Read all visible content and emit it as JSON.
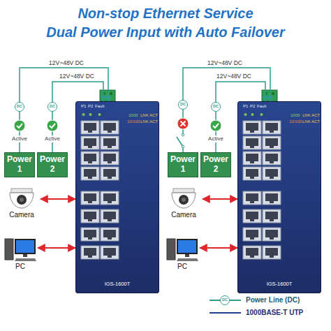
{
  "diagram": {
    "title": "Non-stop Ethernet Service",
    "nodes": [
      {
        "text": [
          "Power 1"
        ]
      },
      {
        "text": [
          "Power 2"
        ]
      },
      {
        "text": [
          "IGS-1600T"
        ]
      },
      {
        "text": [
          "Camera"
        ]
      },
      {
        "text": [
          "PC"
        ]
      },
      {
        "text": [
          "Power 1"
        ]
      },
      {
        "text": [
          "Power 2"
        ]
      },
      {
        "text": [
          "IGS-1600T"
        ]
      },
      {
        "text": [
          "Camera"
        ]
      },
      {
        "text": [
          "PC"
        ]
      }
    ],
    "edges": [
      {
        "from": 0,
        "to": 2,
        "arrow": "to"
      },
      {
        "from": 1,
        "to": 2,
        "arrow": "to"
      },
      {
        "from": 3,
        "to": 2,
        "arrow": "both"
      },
      {
        "from": 4,
        "to": 2,
        "arrow": "both"
      },
      {
        "from": 5,
        "to": 7,
        "arrow": "to"
      },
      {
        "from": 6,
        "to": 7,
        "arrow": "to"
      },
      {
        "from": 8,
        "to": 7,
        "arrow": "both"
      },
      {
        "from": 9,
        "to": 7,
        "arrow": "both"
      }
    ],
    "labels": [
      "Dual Power Input with Auto Failover",
      "12V~48V DC",
      "12V~48V DC",
      "DC",
      "DC",
      "Active",
      "Active",
      "P1",
      "P2",
      "Fault",
      "1000",
      "LNK",
      "ACT",
      "10/100",
      "LNK",
      "ACT",
      "12V~48V DC",
      "12V~48V DC",
      "DC",
      "DC",
      "Active",
      "P1",
      "P2",
      "Fault",
      "1000",
      "LNK",
      "ACT",
      "10/100",
      "LNK",
      "ACT",
      "DC"
    ],
    "legend": [
      {
        "text": "Power Line (DC)"
      },
      {
        "text": "1000BASE-T UTP"
      }
    ]
  }
}
